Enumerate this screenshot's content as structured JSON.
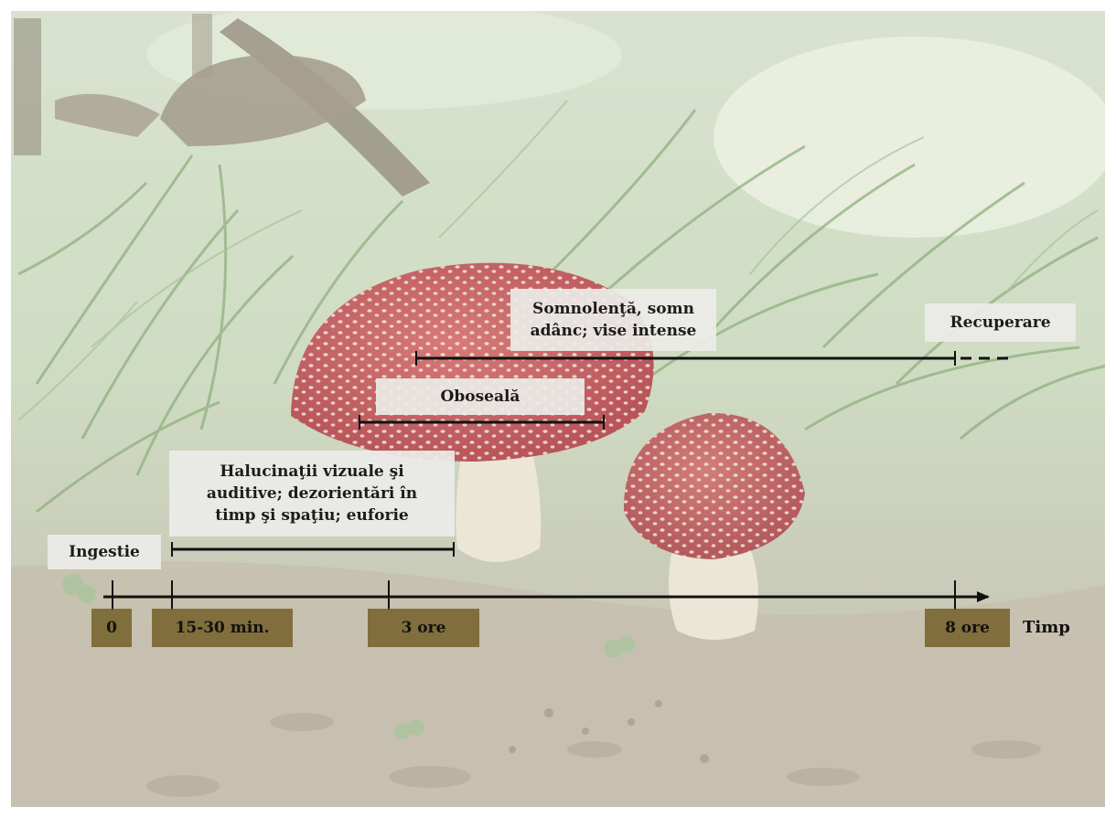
{
  "timeline": {
    "axis_label": "Timp",
    "ticks": [
      {
        "id": "t0",
        "label": "0"
      },
      {
        "id": "t15",
        "label": "15-30 min."
      },
      {
        "id": "t3",
        "label": "3 ore"
      },
      {
        "id": "t8",
        "label": "8 ore"
      }
    ],
    "phases": {
      "ingestion": "Ingestie",
      "hallucinations": "Halucinaţii vizuale şi auditive; dezorientări în timp şi spaţiu; euforie",
      "fatigue": "Oboseală",
      "sleep": "Somnolenţă, somn adânc; vise intense",
      "recovery": "Recuperare"
    }
  },
  "colors": {
    "tick_box": "#76622c",
    "label_box": "#ebebe8",
    "line": "#111111",
    "mushroom_cap": "#c9595a",
    "forest_green": "#9fb98f"
  }
}
